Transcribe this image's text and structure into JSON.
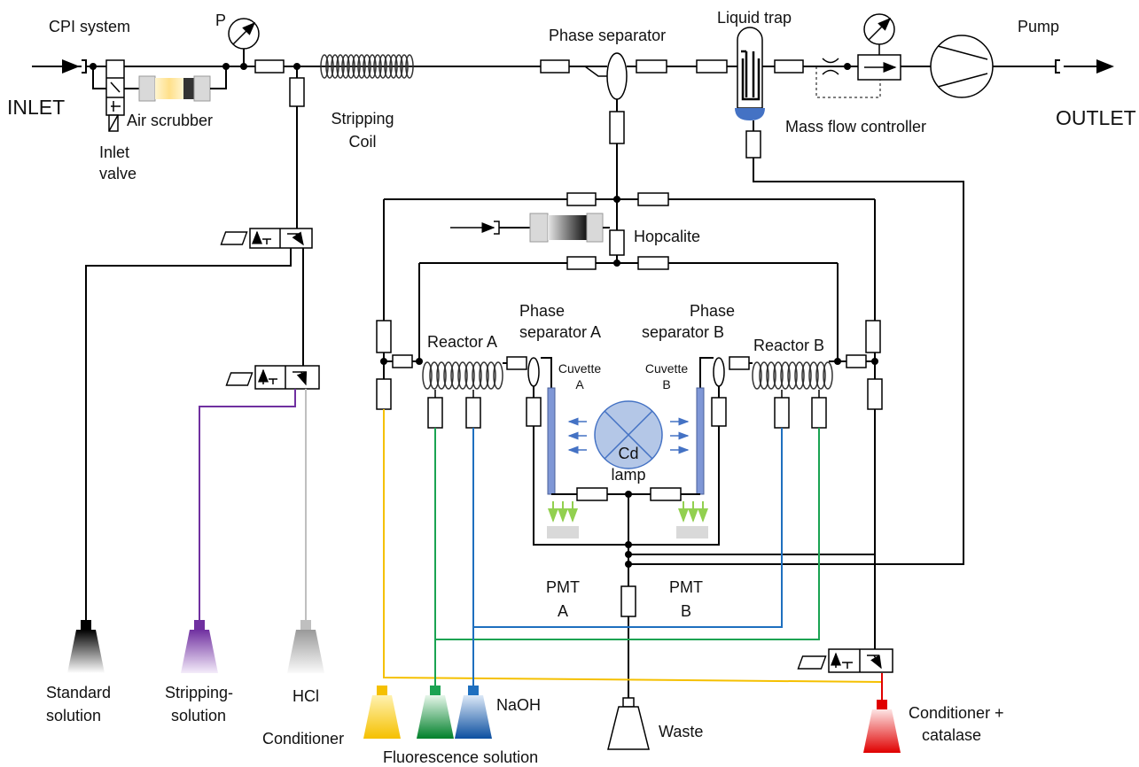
{
  "labels": {
    "inlet": "INLET",
    "outlet": "OUTLET",
    "cpi_system": "CPI system",
    "inlet_valve_1": "Inlet",
    "inlet_valve_2": "valve",
    "air_scrubber": "Air scrubber",
    "pressure": "P",
    "stripping_coil_1": "Stripping",
    "stripping_coil_2": "Coil",
    "phase_separator": "Phase separator",
    "liquid_trap": "Liquid trap",
    "pump": "Pump",
    "mass_flow_controller": "Mass flow controller",
    "hopcalite": "Hopcalite",
    "reactor_a": "Reactor A",
    "reactor_b": "Reactor B",
    "phase_separator_a_1": "Phase",
    "phase_separator_a_2": "separator A",
    "phase_separator_b_1": "Phase",
    "phase_separator_b_2": "separator B",
    "cuvette_a_1": "Cuvette",
    "cuvette_a_2": "A",
    "cuvette_b_1": "Cuvette",
    "cuvette_b_2": "B",
    "cd_lamp_1": "Cd",
    "cd_lamp_2": "lamp",
    "pmt_a_1": "PMT",
    "pmt_a_2": "A",
    "pmt_b_1": "PMT",
    "pmt_b_2": "B",
    "standard_solution_1": "Standard",
    "standard_solution_2": "solution",
    "stripping_solution_1": "Stripping-",
    "stripping_solution_2": "solution",
    "hcl": "HCl",
    "conditioner": "Conditioner",
    "naoh": "NaOH",
    "fluorescence_solution": "Fluorescence solution",
    "waste": "Waste",
    "conditioner_catalase_1": "Conditioner +",
    "conditioner_catalase_2": "catalase"
  },
  "colors": {
    "line": "#000000",
    "conditioner_line": "#f5c000",
    "fluorescence_line": "#1aa352",
    "naoh_line": "#1e6fbf",
    "stripping_line": "#7030a0",
    "hcl_line": "#bfbfbf",
    "catalase_line": "#e00000",
    "cuvette": "#7f97d6",
    "lamp": "#b4c7e7",
    "arrow_blue": "#4472c4",
    "arrow_green": "#92d050",
    "liquid_trap_base": "#4472c4"
  }
}
